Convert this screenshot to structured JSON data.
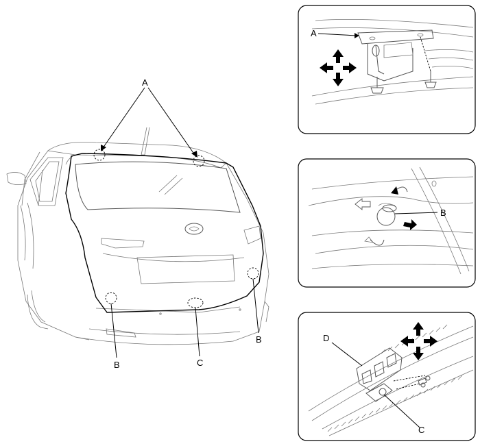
{
  "callouts": {
    "A": "A",
    "B": "B",
    "C": "C",
    "D": "D"
  },
  "panels": {
    "top": {
      "label_a": "A"
    },
    "middle": {
      "label_b": "B"
    },
    "bottom": {
      "label_d": "D",
      "label_c": "C"
    }
  },
  "main": {
    "label_a": "A",
    "label_b_left": "B",
    "label_b_right": "B",
    "label_c": "C"
  }
}
